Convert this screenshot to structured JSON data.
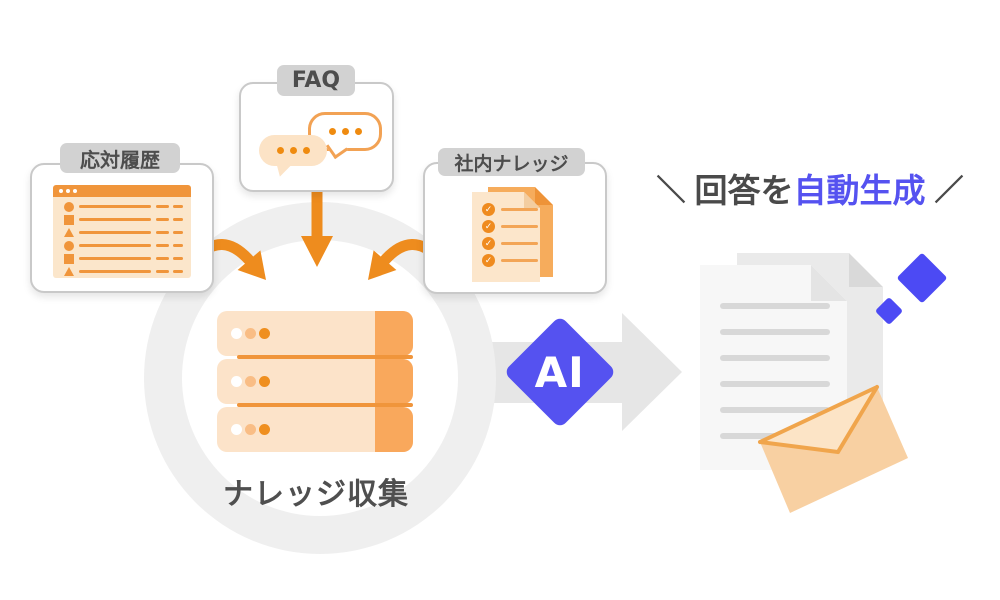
{
  "sources": [
    {
      "label": "応対履歴"
    },
    {
      "label": "FAQ"
    },
    {
      "label": "社内ナレッジ"
    }
  ],
  "collector": {
    "label": "ナレッジ収集"
  },
  "ai": {
    "label": "AI"
  },
  "output": {
    "decoration_left": "＼",
    "title_prefix": "回答を",
    "title_highlight": "自動生成",
    "decoration_right": "／"
  },
  "icons": {
    "check": "✓",
    "list_window": "browser-list-window",
    "chat_bubbles": "chat-bubbles",
    "checklist_document": "checklist-document",
    "server_stack": "server-stack",
    "flow_arrow": "right-arrow",
    "document": "document-pages",
    "envelope": "envelope",
    "sparkle": "sparkle-diamond"
  },
  "colors": {
    "orange_primary": "#ee8c1e",
    "orange_header": "#f0953b",
    "orange_light": "#fce3c9",
    "orange_mid": "#f9a85c",
    "blue_accent": "#5552f0",
    "blue_sparkle": "#4c4af4",
    "badge_gray": "#d2d2d2",
    "text_dark": "#4a4a4a",
    "arrow_gray": "#e6e6e6",
    "ring_gray": "#efefef"
  }
}
